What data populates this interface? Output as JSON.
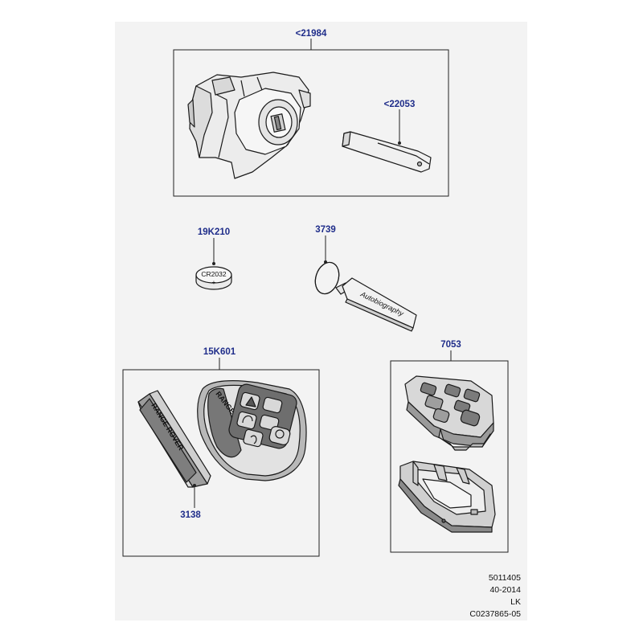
{
  "callouts": {
    "ignition_assembly": "<21984",
    "key_blade": "<22053",
    "battery": "19K210",
    "keyring": "3739",
    "smart_key": "15K601",
    "key_case": "7053",
    "key_cover": "3138"
  },
  "battery_text": {
    "type": "CR2032",
    "polarity": "+"
  },
  "fob_branding": {
    "cover_text": "RANGE ROVER",
    "fob_text": "RANGE ROVER"
  },
  "keyring_script": "Autobiography",
  "footer": {
    "line1": "5011405",
    "line2": "40-2014",
    "line3": "LK",
    "line4": "C0237865-05"
  },
  "colors": {
    "callout": "#1f2d8a",
    "sheet": "#f3f3f3",
    "line": "#222222"
  }
}
